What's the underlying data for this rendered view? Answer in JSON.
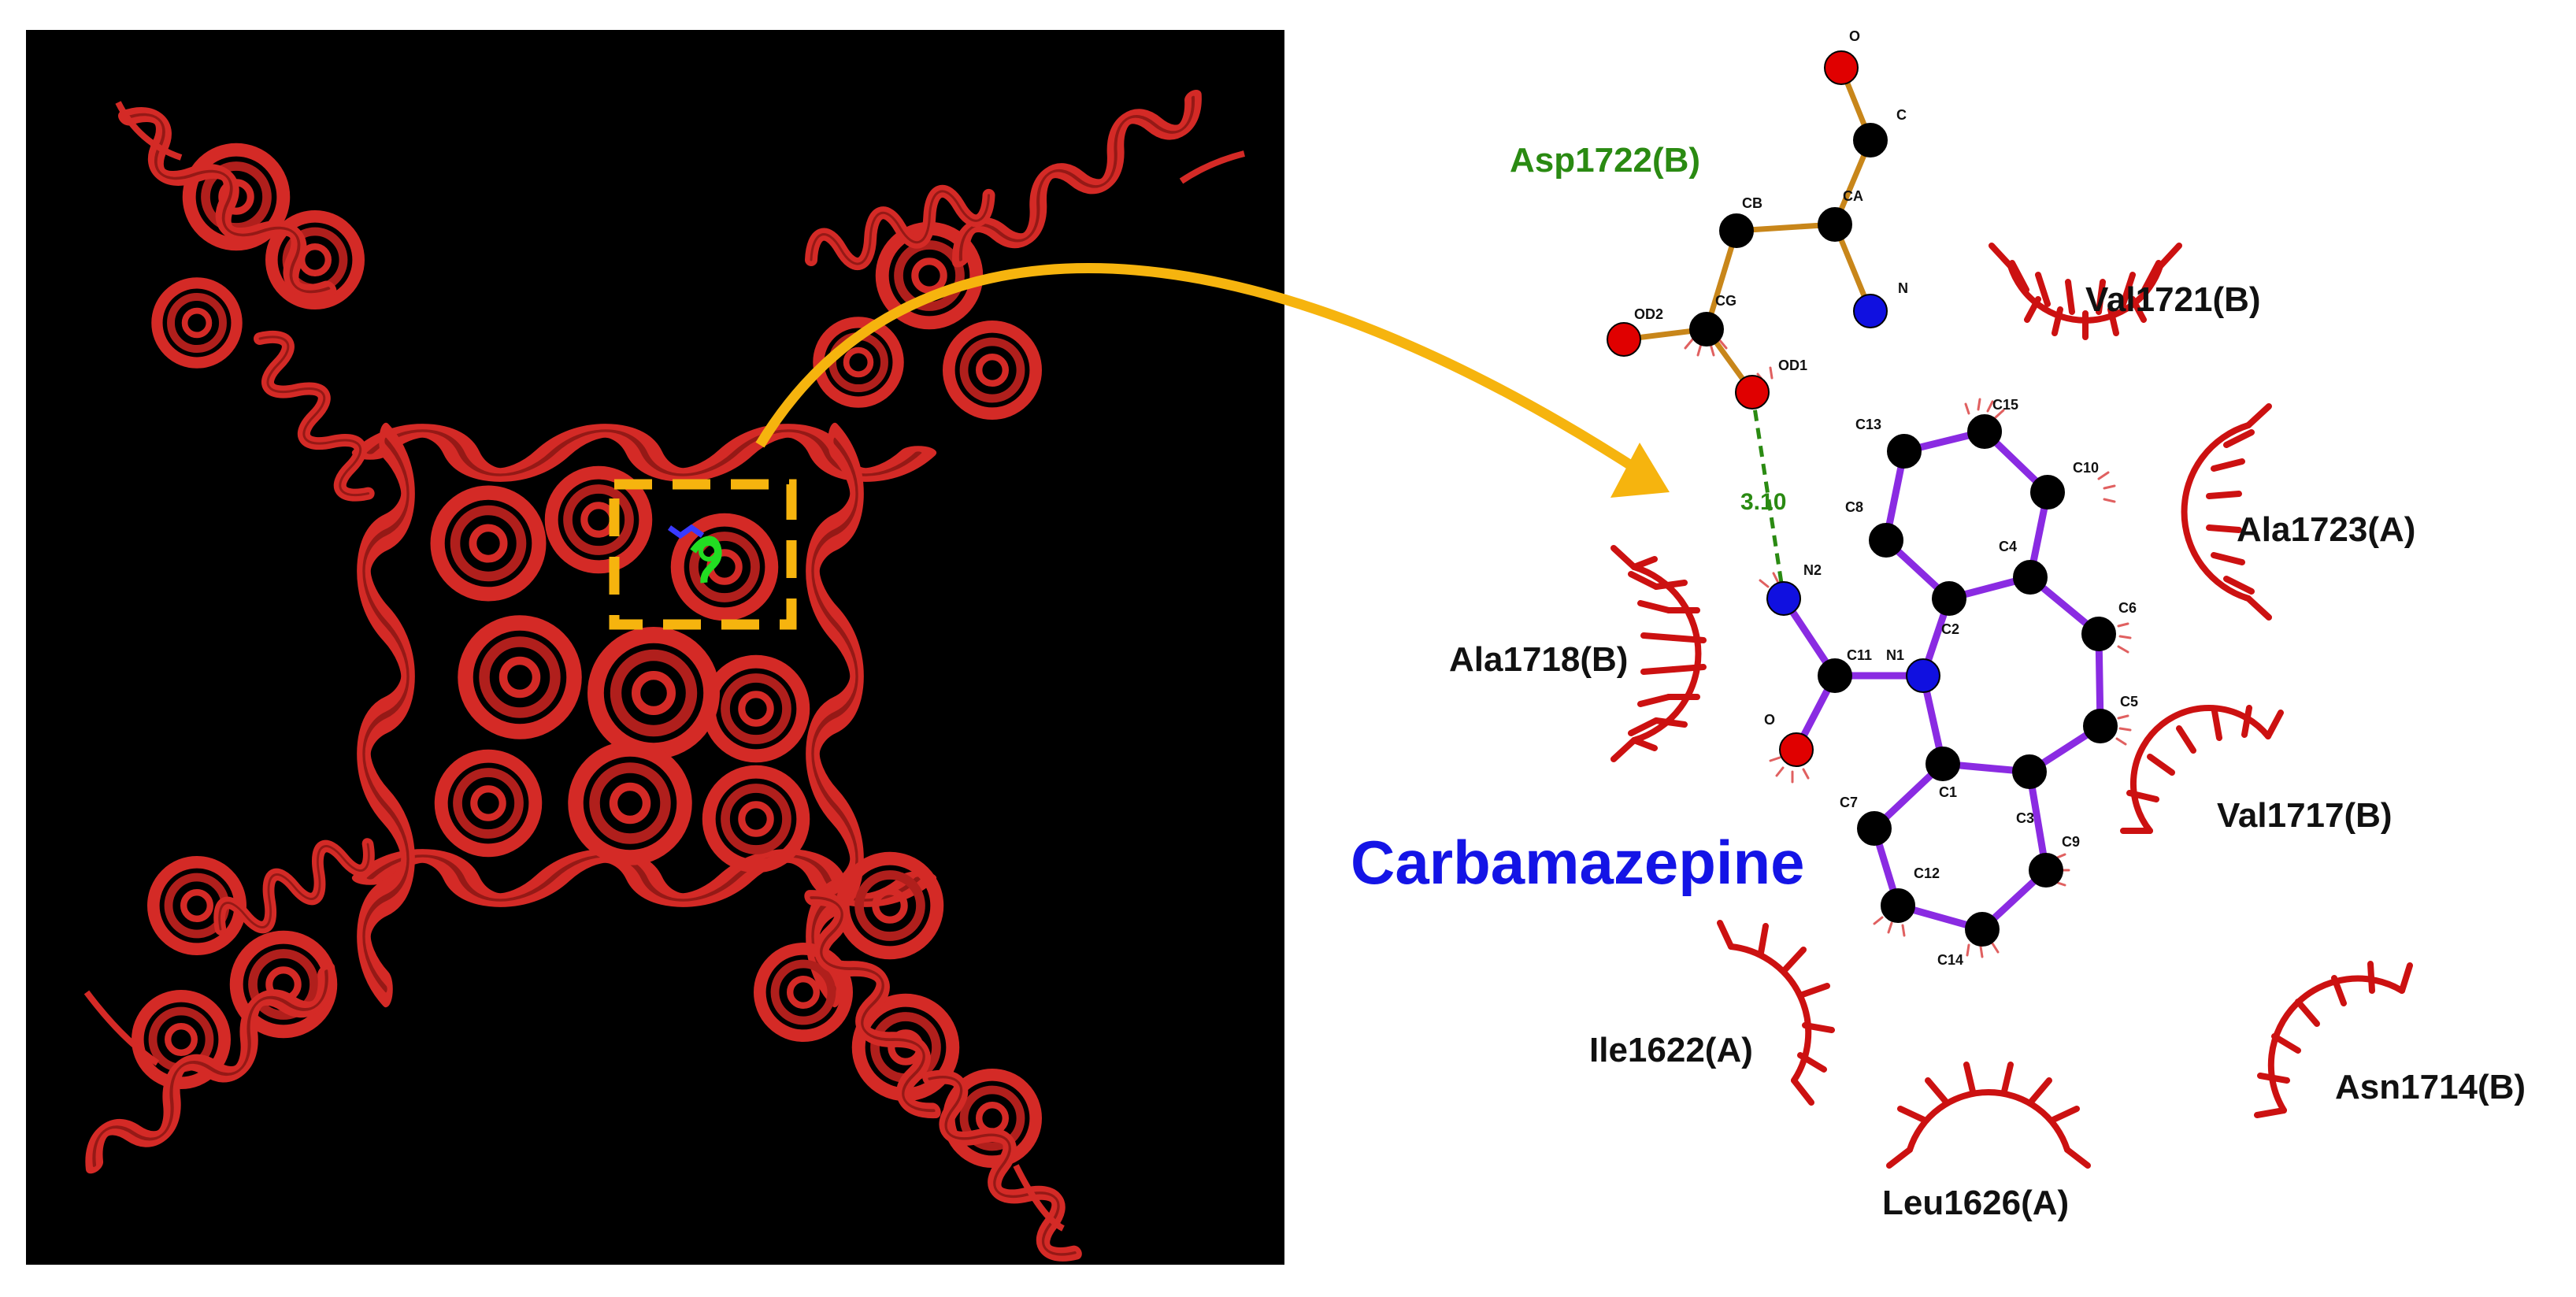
{
  "ligand": {
    "name": "Carbamazepine",
    "color": "#1414e6"
  },
  "h_bond": {
    "partner": "Asp1722(B)",
    "distance": "3.10",
    "color": "#2a8a12"
  },
  "donor_residue": {
    "name": "Asp1722(B)",
    "atoms": [
      "O",
      "C",
      "CA",
      "CB",
      "N",
      "CG",
      "OD2",
      "OD1"
    ]
  },
  "ligand_atoms": [
    "C13",
    "C15",
    "C10",
    "C8",
    "C4",
    "N2",
    "C2",
    "C6",
    "C11",
    "N1",
    "C5",
    "O",
    "C1",
    "C3",
    "C7",
    "C9",
    "C12",
    "C14"
  ],
  "hydrophobic_residues": [
    "Val1721(B)",
    "Ala1723(A)",
    "Ala1718(B)",
    "Val1717(B)",
    "Ile1622(A)",
    "Asn1714(B)",
    "Leu1626(A)"
  ],
  "colors": {
    "protein": "#d42a26",
    "background_panel": "#000000",
    "highlight_box": "#f6b40e",
    "arrow": "#f6b40e",
    "hydrophobic_arc": "#cc1111",
    "carbon": "#000000",
    "nitrogen": "#1010e0",
    "oxygen": "#e00000",
    "ligand_bond": "#8a2be2",
    "residue_bond": "#c8861a"
  }
}
